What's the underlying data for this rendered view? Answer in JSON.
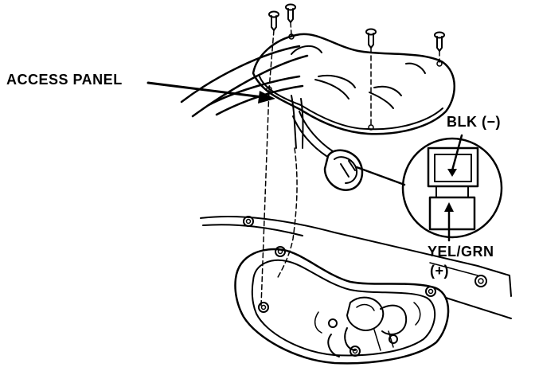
{
  "labels": {
    "access_panel": "ACCESS PANEL",
    "blk": "BLK (−)",
    "yel_grn": "YEL/GRN",
    "plus": "(+)"
  },
  "colors": {
    "ink": "#000000",
    "paper": "#ffffff"
  }
}
